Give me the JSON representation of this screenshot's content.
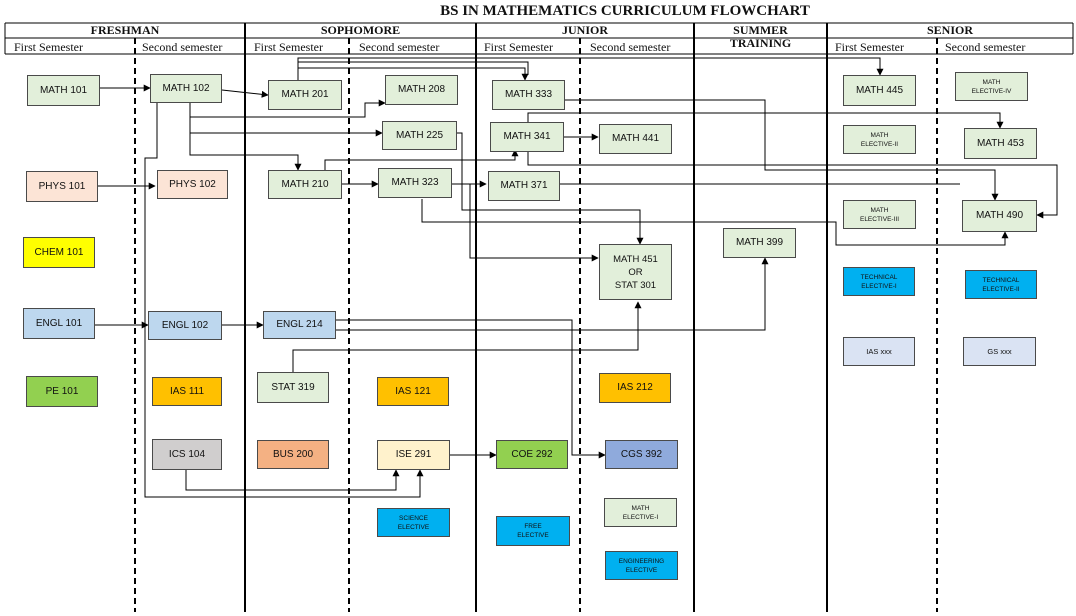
{
  "title": "BS IN MATHEMATICS CURRICULUM FLOWCHART",
  "years": {
    "freshman": "FRESHMAN",
    "sophomore": "SOPHOMORE",
    "junior": "JUNIOR",
    "summer_line1": "SUMMER",
    "summer_line2": "TRAINING",
    "senior": "SENIOR"
  },
  "semesters": {
    "fr1": "First Semester",
    "fr2": "Second semester",
    "so1": "First Semester",
    "so2": "Second semester",
    "ju1": "First Semester",
    "ju2": "Second semester",
    "se1": "First Semester",
    "se2": "Second semester"
  },
  "colors": {
    "math": "#e2efda",
    "physics": "#fce4d6",
    "chemistry": "#ffff00",
    "english": "#bdd7ee",
    "pe": "#92d050",
    "ias": "#ffc000",
    "ics": "#d0cece",
    "business": "#f4b183",
    "ise": "#fff2cc",
    "coe": "#92d050",
    "cgs": "#8faadc",
    "elective_blue": "#00b0f0",
    "gs_ias_light": "#dae3f3"
  },
  "courses": {
    "math101": "MATH 101",
    "phys101": "PHYS 101",
    "chem101": "CHEM 101",
    "engl101": "ENGL 101",
    "pe101": "PE 101",
    "math102": "MATH 102",
    "phys102": "PHYS 102",
    "engl102": "ENGL 102",
    "ias111": "IAS 111",
    "ics104": "ICS 104",
    "math201": "MATH 201",
    "math210": "MATH 210",
    "engl214": "ENGL 214",
    "stat319": "STAT 319",
    "bus200": "BUS 200",
    "math208": "MATH 208",
    "math225": "MATH 225",
    "math323": "MATH 323",
    "ias121": "IAS 121",
    "ise291": "ISE 291",
    "science_elective_1": "SCIENCE",
    "science_elective_2": "ELECTIVE",
    "math333": "MATH 333",
    "math341": "MATH 341",
    "math371": "MATH 371",
    "coe292": "COE 292",
    "free_elective_1": "FREE",
    "free_elective_2": "ELECTIVE",
    "math441": "MATH 441",
    "math451_1": "MATH 451",
    "math451_2": "OR",
    "math451_3": "STAT 301",
    "ias212": "IAS 212",
    "cgs392": "CGS 392",
    "math_elective_i_1": "MATH",
    "math_elective_i_2": "ELECTIVE-I",
    "eng_elective_1": "ENGINEERING",
    "eng_elective_2": "ELECTIVE",
    "math399": "MATH 399",
    "math445": "MATH 445",
    "math_elective_ii_1": "MATH",
    "math_elective_ii_2": "ELECTIVE-II",
    "math_elective_iii_1": "MATH",
    "math_elective_iii_2": "ELECTIVE-III",
    "tech_elective_i_1": "TECHNICAL",
    "tech_elective_i_2": "ELECTIVE-I",
    "ias_xxx": "IAS xxx",
    "math_elective_iv_1": "MATH",
    "math_elective_iv_2": "ELECTIVE-IV",
    "math453": "MATH 453",
    "math490": "MATH 490",
    "tech_elective_ii_1": "TECHNICAL",
    "tech_elective_ii_2": "ELECTIVE-II",
    "gs_xxx": "GS xxx"
  }
}
